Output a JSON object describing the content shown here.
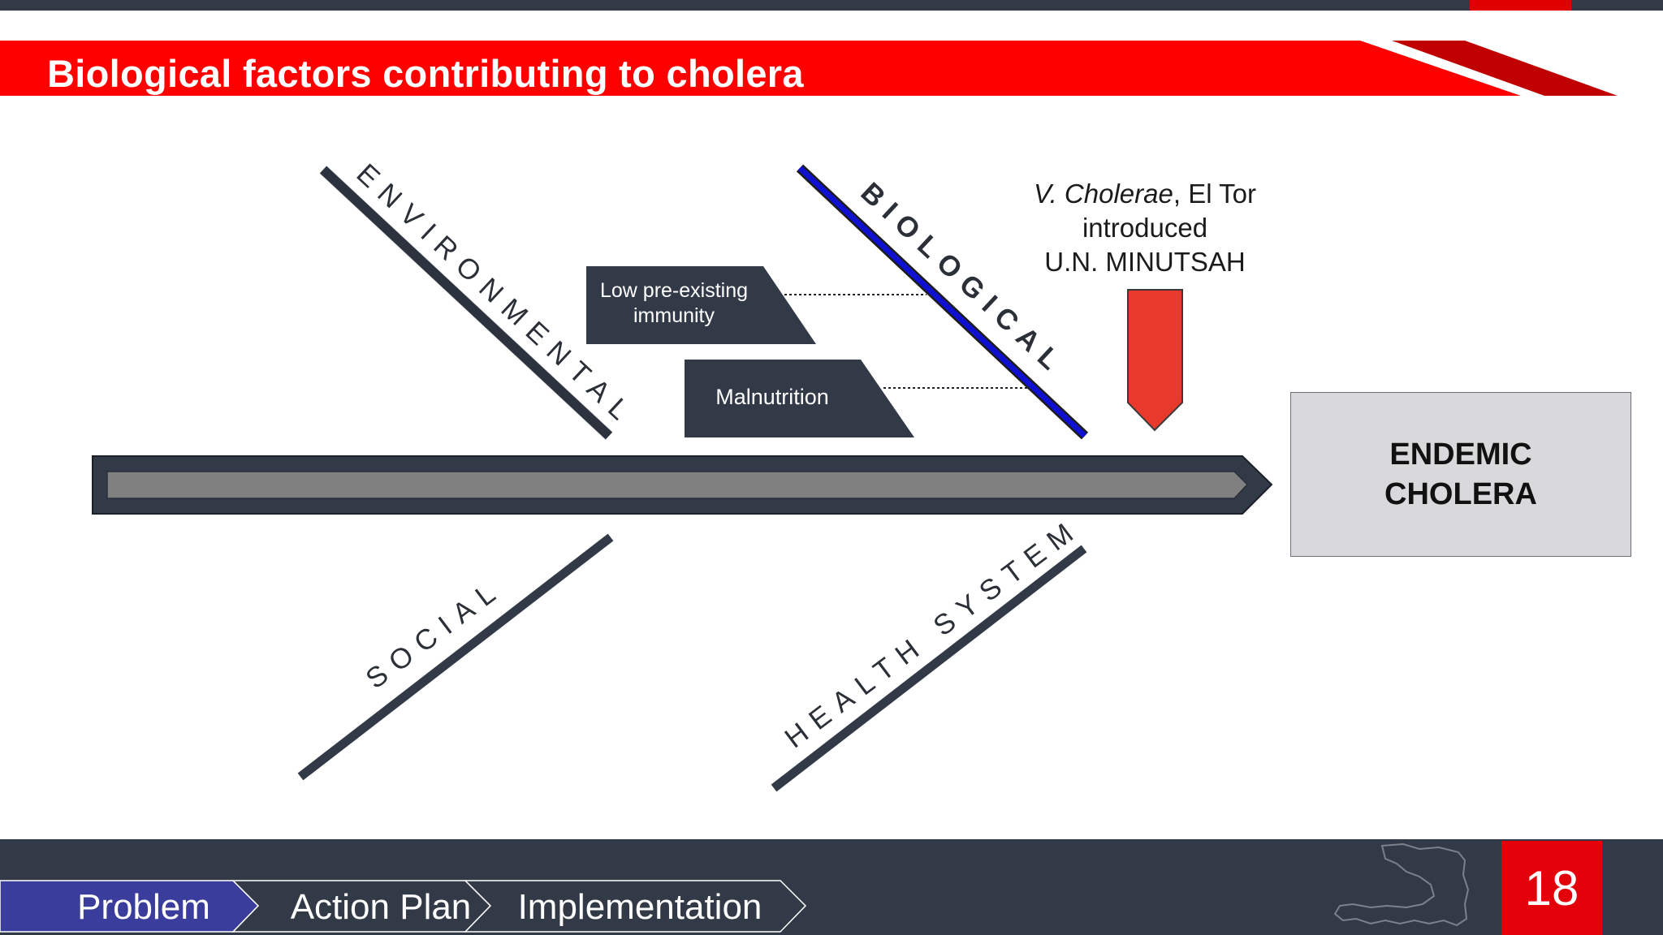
{
  "header": {
    "title": "Biological factors contributing to cholera",
    "colors": {
      "bar": "#323a47",
      "banner": "#ff0000",
      "accent": "#e10000"
    }
  },
  "diagram": {
    "categories": {
      "environmental": "ENVIRONMENTAL",
      "biological": "BIOLOGICAL",
      "social": "SOCIAL",
      "health_system": "HEALTH SYSTEM"
    },
    "factors": {
      "immunity_line1": "Low pre-existing",
      "immunity_line2": "immunity",
      "malnutrition": "Malnutrition"
    },
    "cause": {
      "organism": "V. Cholerae",
      "strain": ", El Tor",
      "line2": "introduced",
      "line3": "U.N. MINUTSAH"
    },
    "effect": {
      "line1": "ENDEMIC",
      "line2": "CHOLERA"
    },
    "colors": {
      "spine": "#323a47",
      "spine_inner": "#808080",
      "biological_bone": "#1010d0",
      "cause_arrow": "#e8392c",
      "effect_box": "#d9d9dc"
    }
  },
  "footer": {
    "breadcrumb": [
      "Problem",
      "Action Plan",
      "Implementation"
    ],
    "active_step": "Problem",
    "page_number": "18",
    "map_icon": "haiti-map-icon",
    "colors": {
      "footer_bg": "#323a47",
      "active_step": "#3b3d9c",
      "page_box": "#e3000b"
    }
  }
}
